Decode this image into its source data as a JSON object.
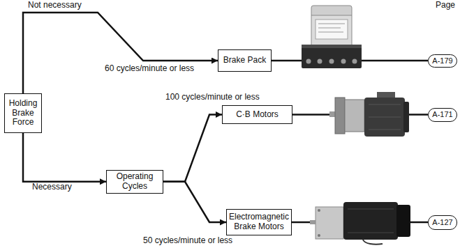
{
  "diagram": {
    "nodes": [
      {
        "text": [
          "Holding Brake Force"
        ]
      },
      {
        "text": [
          "Operating Cycles"
        ]
      },
      {
        "text": [
          "Brake Pack"
        ]
      },
      {
        "text": [
          "C·B Motors"
        ]
      },
      {
        "text": [
          "Electromagnetic Brake Motors"
        ]
      },
      {
        "text": [
          "A-179"
        ]
      },
      {
        "text": [
          "A-171"
        ]
      },
      {
        "text": [
          "A-127"
        ]
      }
    ],
    "edges": [
      {
        "from": 0,
        "to": 2,
        "arrow": "to",
        "label": "Not necessary"
      },
      {
        "from": 0,
        "to": 1,
        "arrow": "to",
        "label": "Necessary"
      },
      {
        "from": 1,
        "to": 3,
        "arrow": "to",
        "label": "100 cycles/minute or less"
      },
      {
        "from": 1,
        "to": 4,
        "arrow": "to",
        "label": "50 cycles/minute or less"
      },
      {
        "from": 2,
        "to": 5,
        "arrow": "none"
      },
      {
        "from": 3,
        "to": 6,
        "arrow": "none"
      },
      {
        "from": 4,
        "to": 7,
        "arrow": "none"
      }
    ],
    "labels": [
      "Page",
      "60 cycles/minute or less"
    ]
  }
}
